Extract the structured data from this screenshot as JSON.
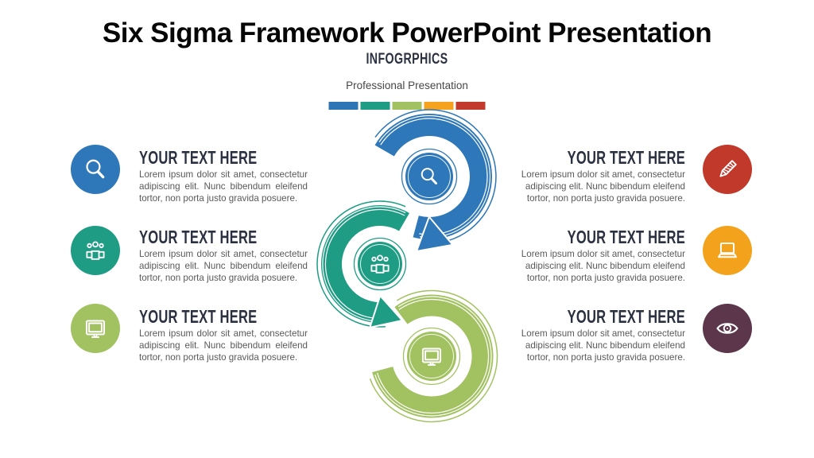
{
  "header": {
    "title": "Six Sigma Framework PowerPoint Presentation",
    "subtitle": "INFOGRPHICS",
    "tagline": "Professional Presentation",
    "bar_colors": [
      "#2E75B6",
      "#1E9C84",
      "#A2C261",
      "#F5A31E",
      "#C13A2C"
    ]
  },
  "blocks": {
    "left": [
      {
        "heading": "YOUR TEXT HERE",
        "body": "Lorem ipsum dolor sit amet, consectetur adipiscing elit. Nunc bibendum eleifend tortor, non porta justo gravida posuere.",
        "icon": "search-icon",
        "color": "#2E77B8"
      },
      {
        "heading": "YOUR TEXT HERE",
        "body": "Lorem ipsum dolor sit amet, consectetur adipiscing elit. Nunc bibendum eleifend tortor, non porta justo gravida posuere.",
        "icon": "people-icon",
        "color": "#1E9C84"
      },
      {
        "heading": "YOUR TEXT HERE",
        "body": "Lorem ipsum dolor sit amet, consectetur adipiscing elit. Nunc bibendum eleifend tortor, non porta justo gravida posuere.",
        "icon": "monitor-icon",
        "color": "#A2C261"
      }
    ],
    "right": [
      {
        "heading": "YOUR TEXT HERE",
        "body": "Lorem ipsum dolor sit amet, consectetur adipiscing elit. Nunc bibendum eleifend tortor, non porta justo gravida posuere.",
        "icon": "pencil-icon",
        "color": "#C0392B"
      },
      {
        "heading": "YOUR TEXT HERE",
        "body": "Lorem ipsum dolor sit amet, consectetur adipiscing elit. Nunc bibendum eleifend tortor, non porta justo gravida posuere.",
        "icon": "laptop-icon",
        "color": "#F3A21C"
      },
      {
        "heading": "YOUR TEXT HERE",
        "body": "Lorem ipsum dolor sit amet, consectetur adipiscing elit. Nunc bibendum eleifend tortor, non porta justo gravida posuere.",
        "icon": "eye-icon",
        "color": "#5C374B"
      }
    ]
  },
  "diagram": {
    "steps": [
      {
        "icon": "search-icon",
        "color": "#2E77B8"
      },
      {
        "icon": "people-icon",
        "color": "#1E9C84"
      },
      {
        "icon": "monitor-icon",
        "color": "#A2C261"
      }
    ]
  }
}
